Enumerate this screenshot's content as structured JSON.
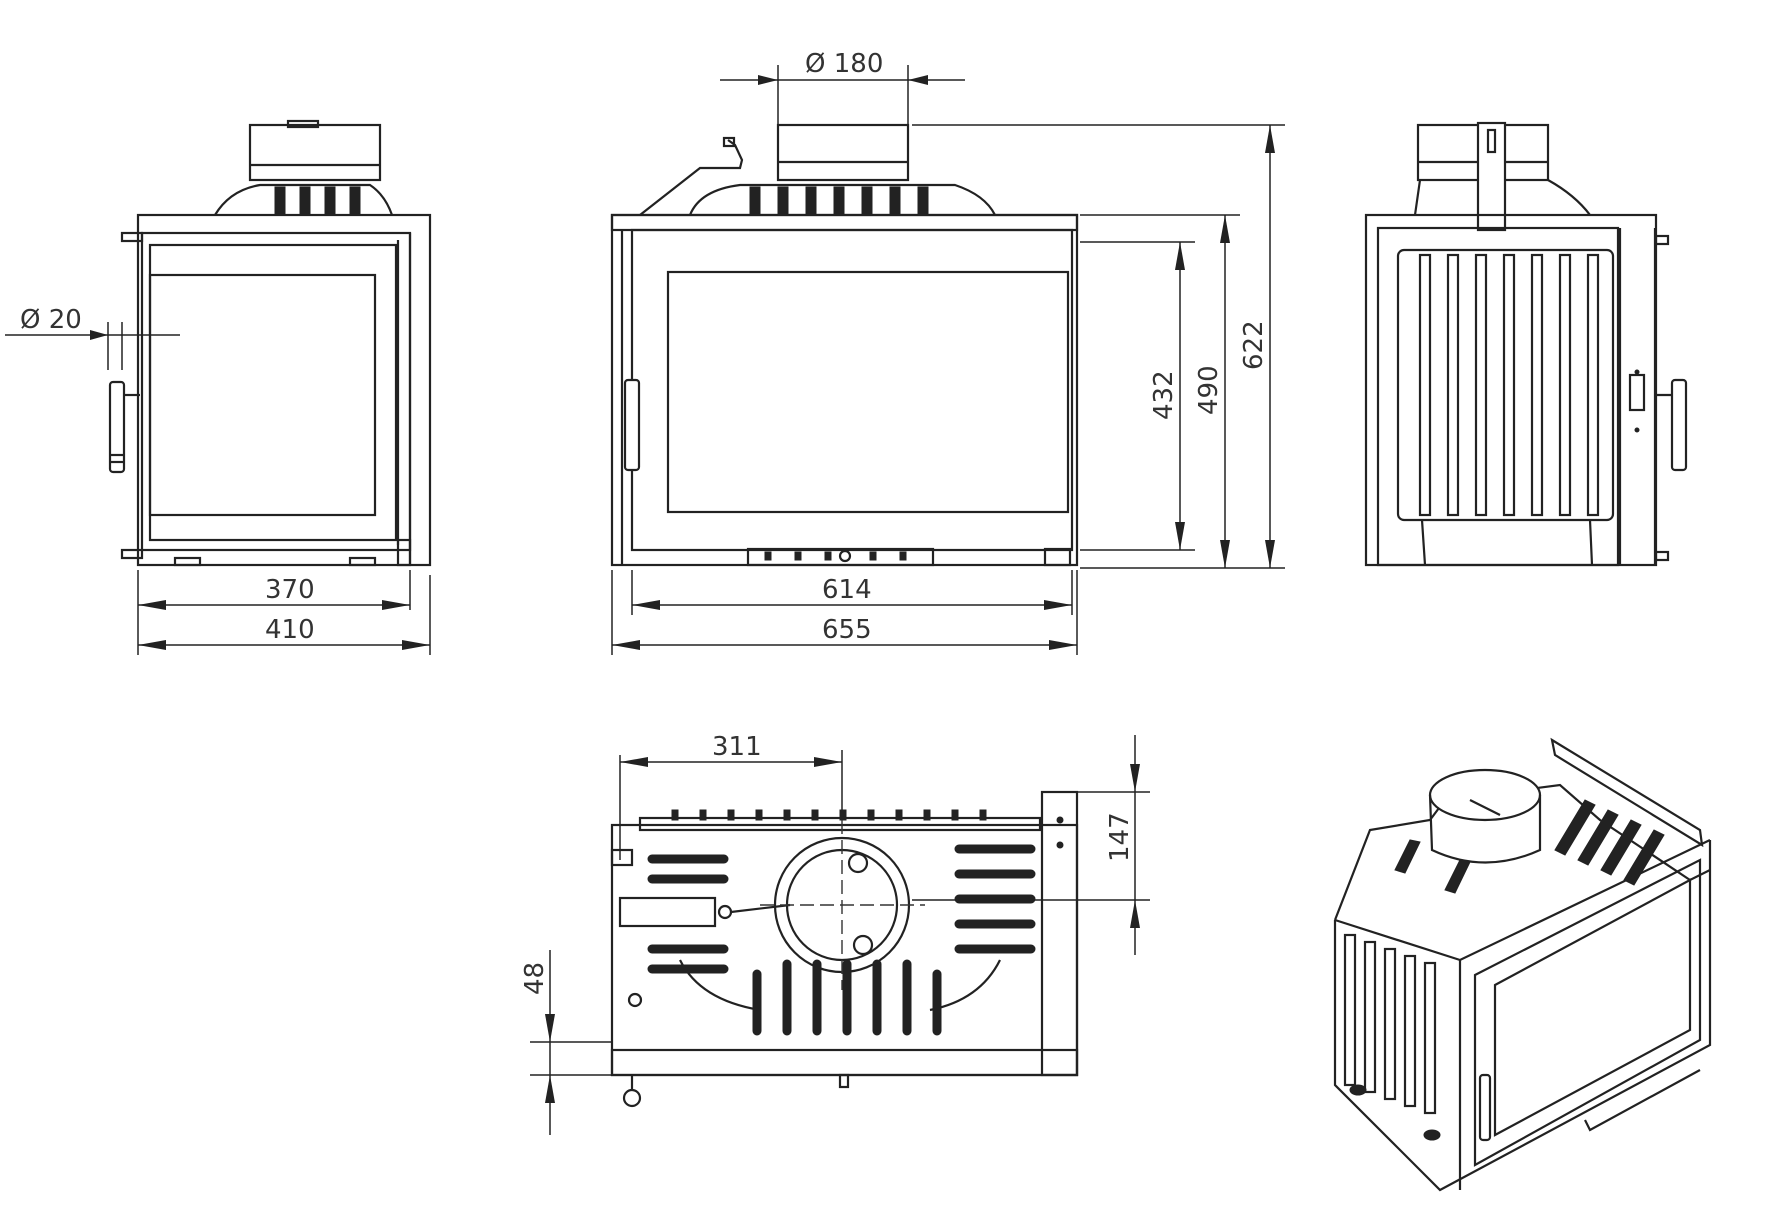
{
  "dimensions": {
    "flue_diameter": "Ø 180",
    "air_inlet_diameter": "Ø 20",
    "left_inner_width": "370",
    "left_outer_width": "410",
    "front_inner_width": "614",
    "front_outer_width": "655",
    "glass_height": "432",
    "body_height": "490",
    "total_height": "622",
    "flue_offset": "311",
    "flue_depth": "147",
    "bottom_offset": "48"
  }
}
